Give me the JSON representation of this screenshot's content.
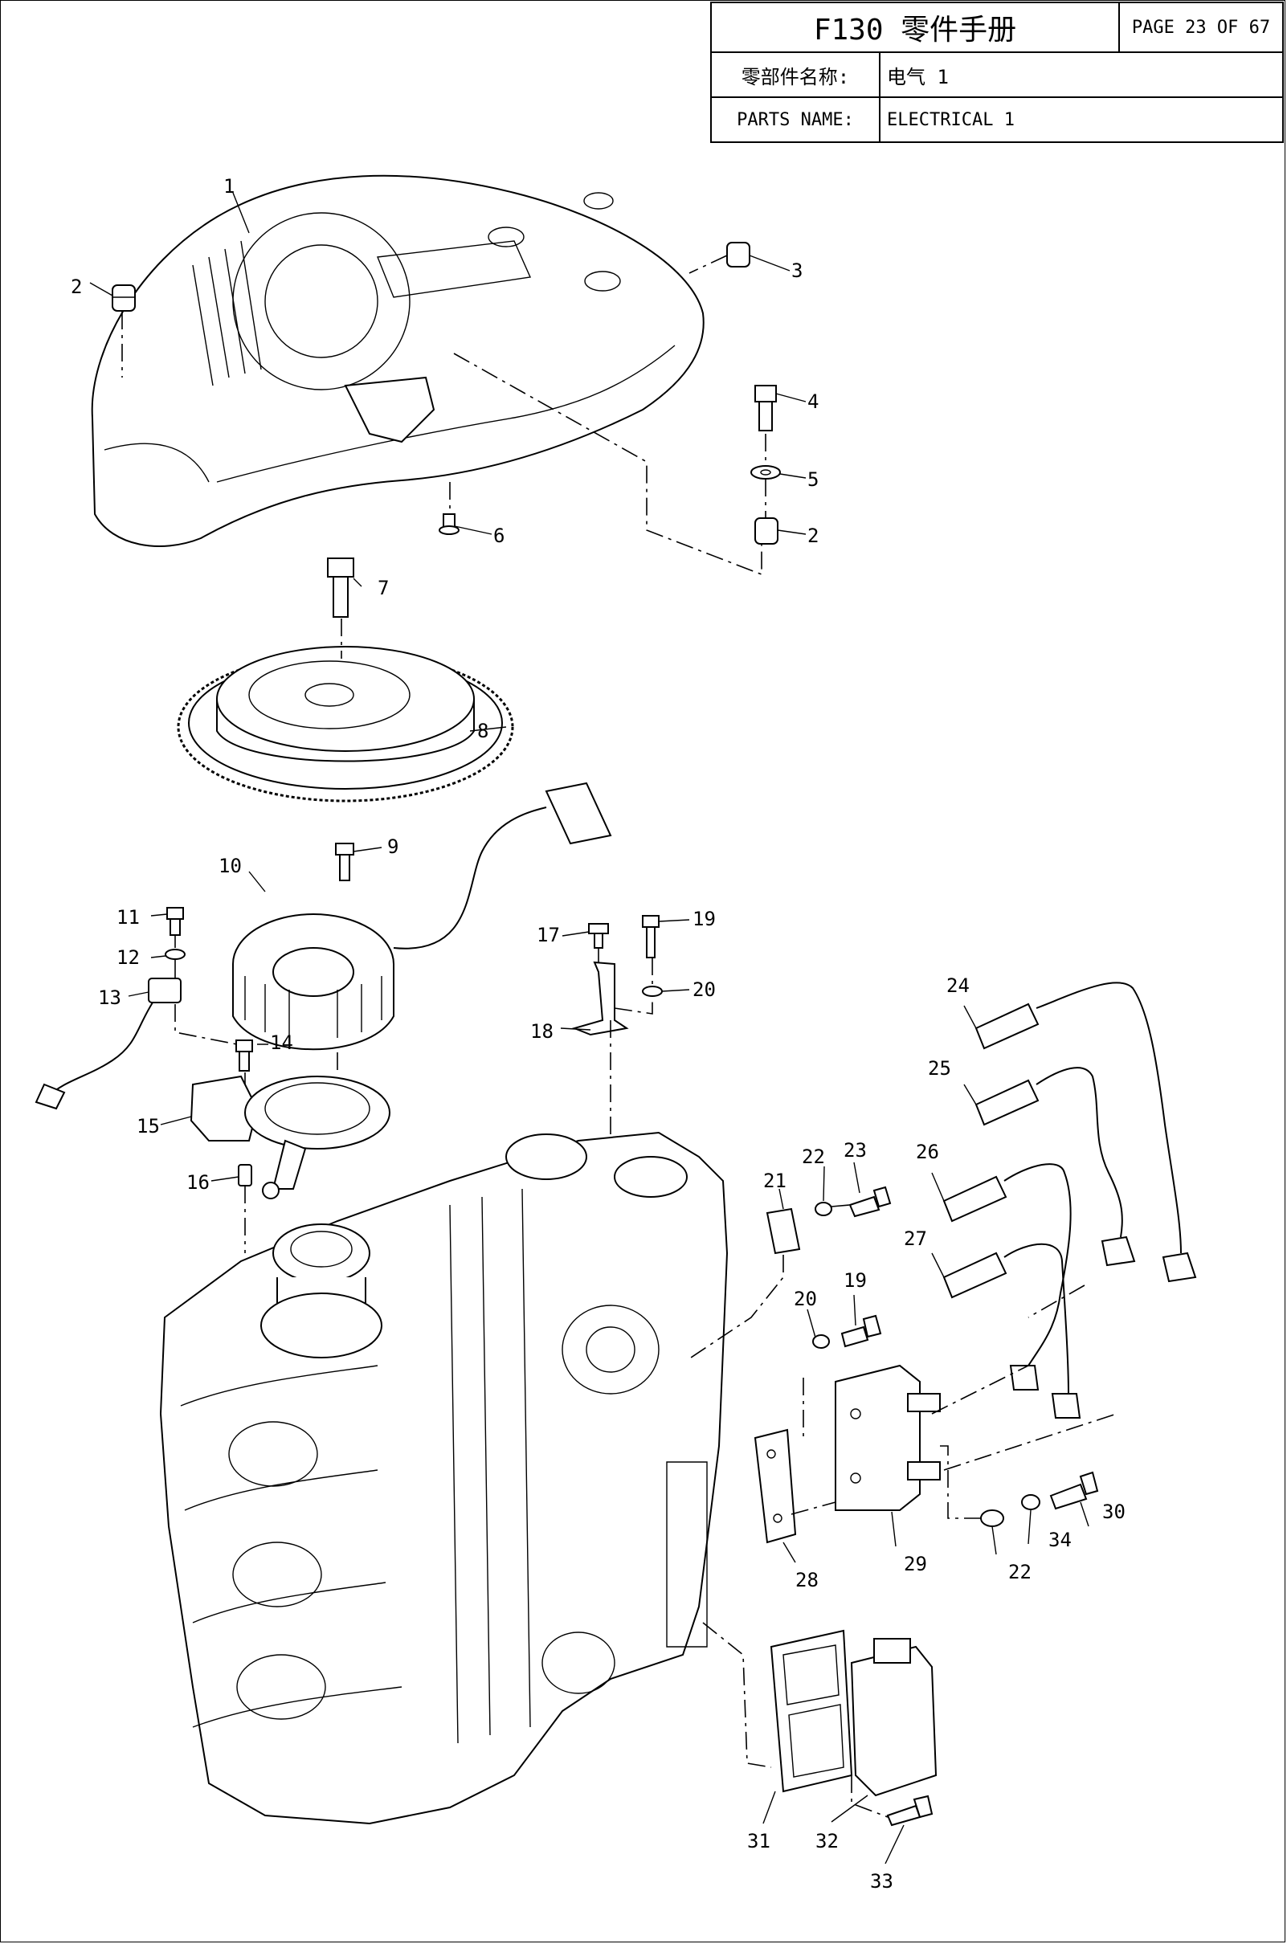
{
  "header": {
    "model_title": "F130 零件手册",
    "page_label": "PAGE 23 OF 67",
    "name_cn_label": "零部件名称:",
    "name_cn_value": "电气 1",
    "name_en_label": "PARTS NAME:",
    "name_en_value": "ELECTRICAL 1"
  },
  "callouts": [
    "1",
    "2",
    "3",
    "4",
    "5",
    "2",
    "6",
    "7",
    "8",
    "9",
    "10",
    "11",
    "12",
    "13",
    "14",
    "15",
    "16",
    "17",
    "18",
    "19",
    "20",
    "21",
    "22",
    "23",
    "24",
    "25",
    "26",
    "27",
    "19",
    "20",
    "28",
    "29",
    "22",
    "34",
    "30",
    "31",
    "32",
    "33"
  ]
}
